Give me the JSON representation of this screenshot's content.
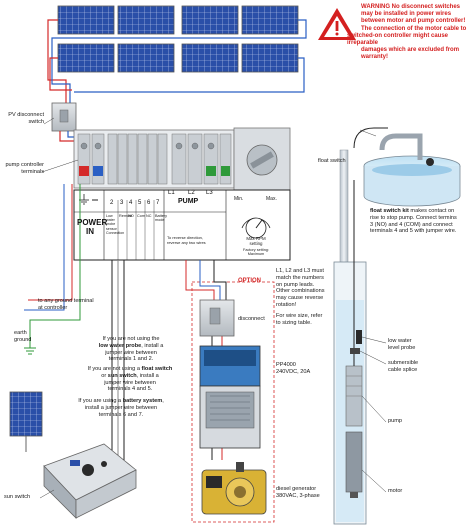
{
  "warning": {
    "line1": "WARNING No disconnect switches",
    "line2": "may be installed in power wires",
    "line3": "between motor and pump controller!",
    "line4": "The connection of the motor cable to",
    "line5": "switched-on controller might cause irreparable",
    "line6": "damages which are excluded from warranty!"
  },
  "labels": {
    "pv_disconnect_1": "PV disconnect",
    "pv_disconnect_2": "switch",
    "pump_controller_1": "pump controller",
    "pump_controller_2": "terminals",
    "float_switch": "float switch",
    "ground_terminal_1": "to any ground terminal",
    "ground_terminal_2": "at controller",
    "earth_ground_1": "earth",
    "earth_ground_2": "ground",
    "sun_switch": "sun switch",
    "option": "OPTION",
    "disconnect": "disconnect",
    "pp4000_1": "PP4000",
    "pp4000_2": "240VDC, 20A",
    "diesel_1": "diesel generator",
    "diesel_2": "380VAC, 3-phase",
    "low_water_1": "low water",
    "low_water_2": "level probe",
    "splice_1": "submersible",
    "splice_2": "cable splice",
    "pump": "pump",
    "motor": "motor"
  },
  "controller": {
    "power_in_1": "POWER",
    "power_in_2": "IN",
    "pump_header": "PUMP",
    "term_2": "2",
    "term_3": "3",
    "term_4": "4",
    "term_5": "5",
    "term_6": "6",
    "term_7": "7",
    "term_l1": "L1",
    "term_l2": "L2",
    "term_l3": "L3",
    "small_left_1": "Low water",
    "small_left_2": "probe sensor",
    "small_left_3": "Connection",
    "col_remote": "Remote",
    "col_no": "NO",
    "col_com": "Com",
    "col_nc": "NC",
    "col_battery": "Battery mode",
    "reverse_1": "To reverse direction,",
    "reverse_2": "reverse any two wires",
    "min": "Min.",
    "max": "Max.",
    "rpm_1": "Max RPM",
    "rpm_2": "setting",
    "factory_1": "Factory setting:",
    "factory_2": "Maximum"
  },
  "notes": {
    "lwp_1": "If you are not using the",
    "lwp_2": "low water probe",
    "lwp_2b": ", install a",
    "lwp_3": "jumper wire between",
    "lwp_4": "terminals 1 and 2.",
    "fs_1": "If you are not using a",
    "fs_2": "float switch",
    "fs_3": "or",
    "fs_4": "sun switch",
    "fs_4b": ", install a",
    "fs_5": "jumper wire between",
    "fs_6": "terminals 4 and 5.",
    "bs_1": "If you are using a",
    "bs_2": "battery system",
    "bs_2b": ",",
    "bs_3": "install a jumper wire between",
    "bs_4": "terminals 6 and 7.",
    "l123_1": "L1, L2 and L3 must",
    "l123_2": "match the numbers",
    "l123_3": "on pump leads.",
    "l123_4": "Other combinations",
    "l123_5": "may cause reverse",
    "l123_6": "rotation!",
    "l123_7": "For wire size, refer",
    "l123_8": "to sizing table.",
    "fsk_1": "float switch kit",
    "fsk_1b": "makes contact on",
    "fsk_2": "rise to stop pump. Connect termins",
    "fsk_3": "3 (NO) and 4 (COM) and connect",
    "fsk_4": "terminals 4 and 5 with jumper wire."
  },
  "colors": {
    "panel_blue": "#2a4fa8",
    "wire_red": "#d42a2a",
    "wire_blue": "#2a5fc4",
    "wire_green": "#2f9a3a",
    "warning_red": "#d42020",
    "generator_yellow": "#d9b235"
  }
}
